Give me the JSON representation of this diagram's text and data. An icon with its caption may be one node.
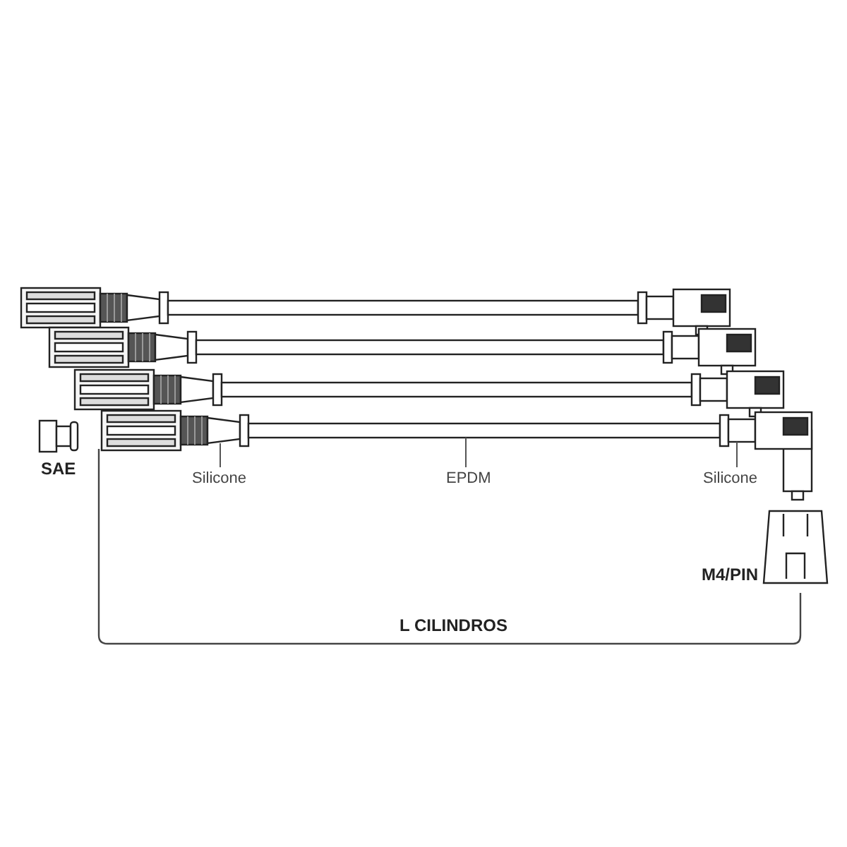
{
  "diagram": {
    "nodes": [
      {
        "text": [
          "Silicone"
        ]
      },
      {
        "text": [],
        "shape": "picture"
      },
      {
        "text": [
          "EPDM"
        ]
      },
      {
        "text": [],
        "shape": "picture"
      },
      {
        "text": [
          "Silicone"
        ]
      },
      {
        "text": [],
        "shape": "picture"
      }
    ],
    "edges": [
      {
        "from": 0,
        "to": 1,
        "arrow": "none"
      },
      {
        "from": 2,
        "to": 3,
        "arrow": "none"
      },
      {
        "from": 4,
        "to": 5,
        "arrow": "none"
      }
    ],
    "labels": [
      "SAE",
      "M4/PIN",
      "L CILINDROS"
    ]
  }
}
